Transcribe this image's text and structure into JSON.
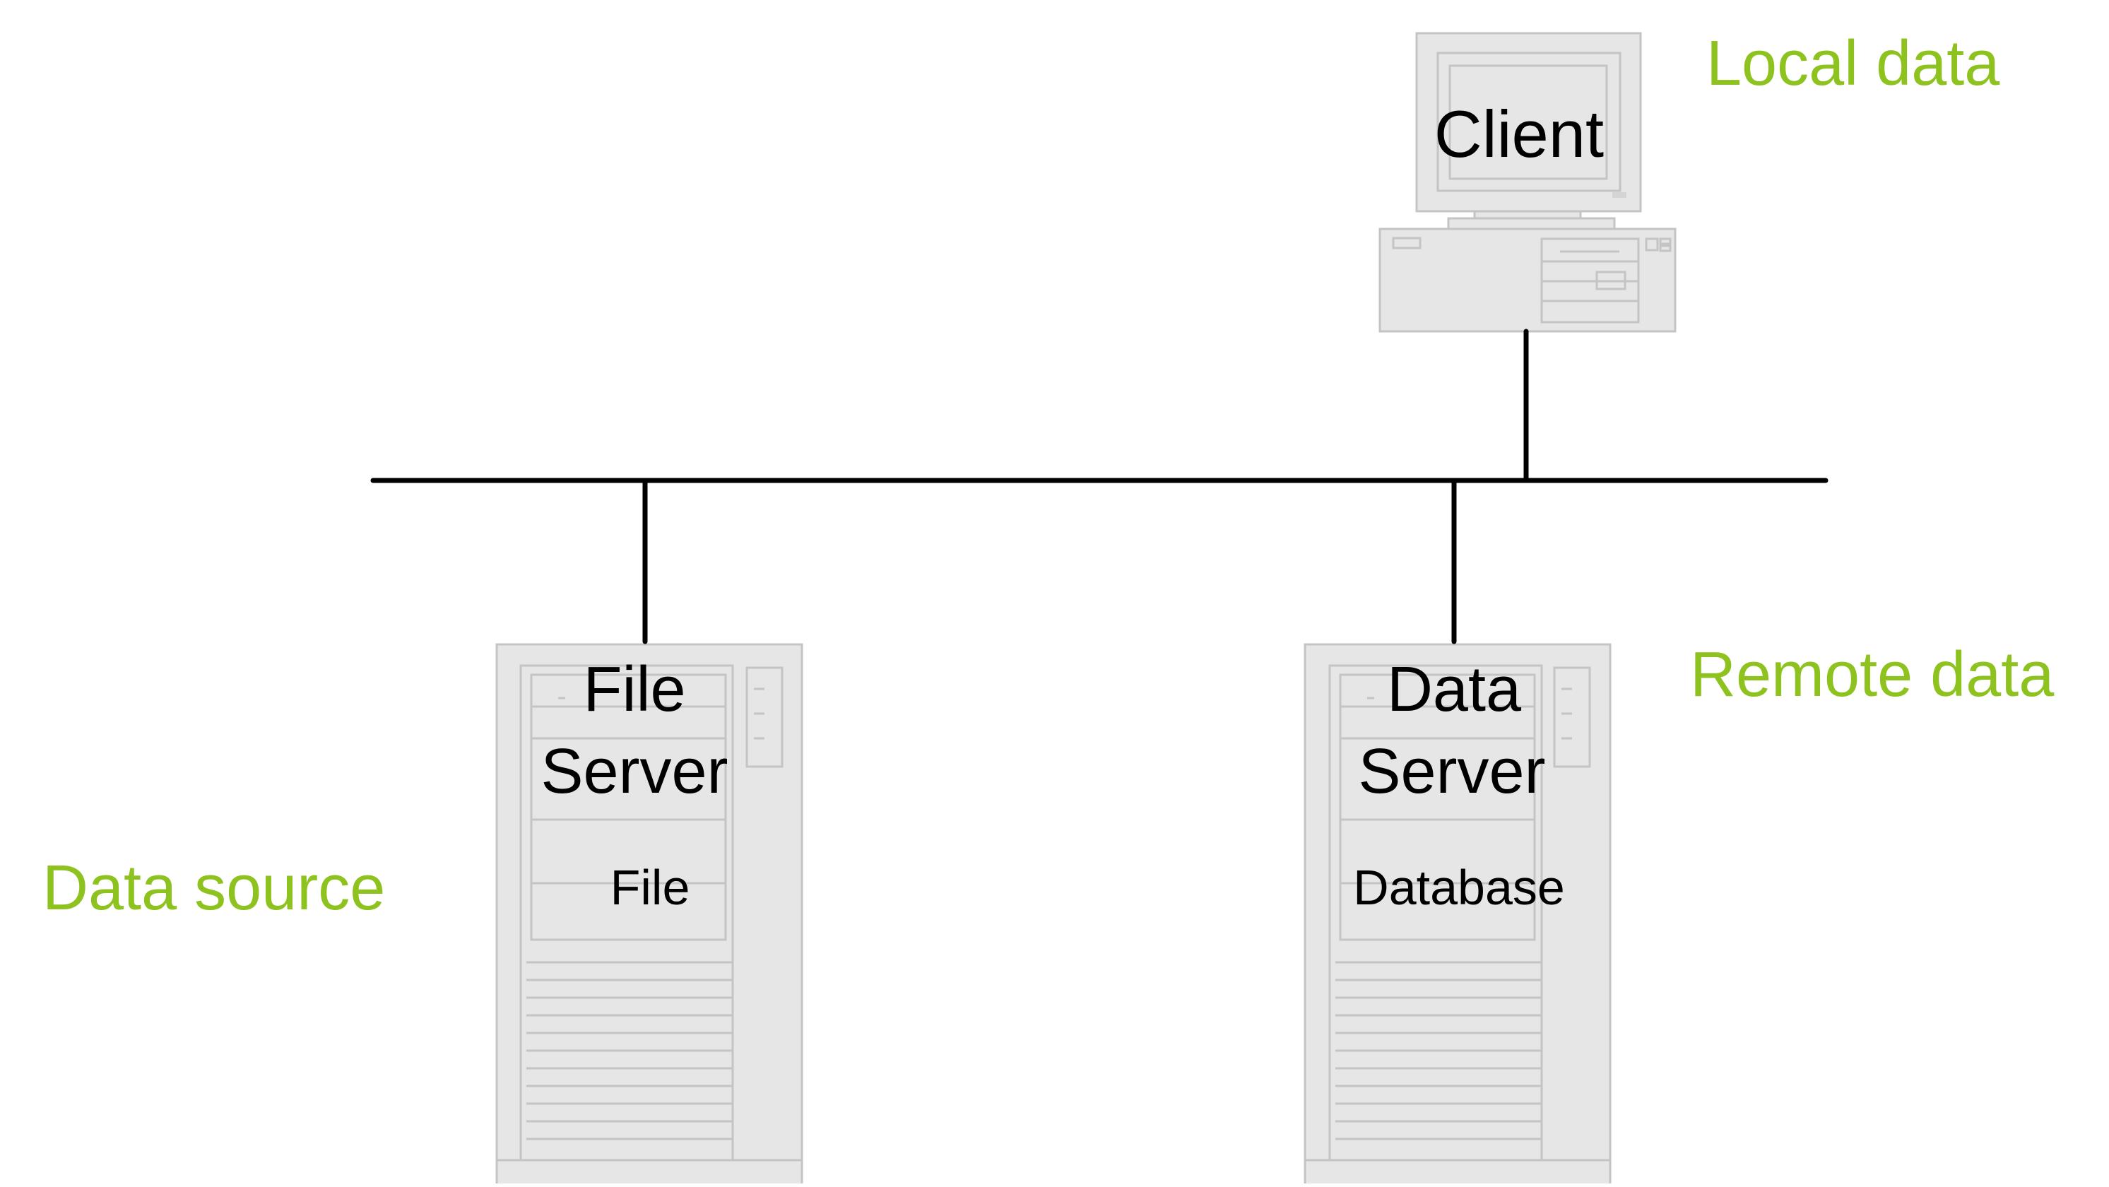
{
  "labels": {
    "local_data": "Local data",
    "remote_data": "Remote data",
    "data_source": "Data source"
  },
  "client": {
    "title": "Client"
  },
  "file_server": {
    "title_line1": "File",
    "title_line2": "Server",
    "content": "File"
  },
  "data_server": {
    "title_line1": "Data",
    "title_line2": "Server",
    "content": "Database"
  },
  "colors": {
    "accent_green": "#8dc21f",
    "device_fill": "#e6e6e6",
    "device_stroke": "#c4c4c4",
    "line": "#000000",
    "text": "#000000"
  },
  "icons": {
    "client": "desktop-computer-icon",
    "file_server": "tower-server-icon",
    "data_server": "tower-server-icon"
  }
}
